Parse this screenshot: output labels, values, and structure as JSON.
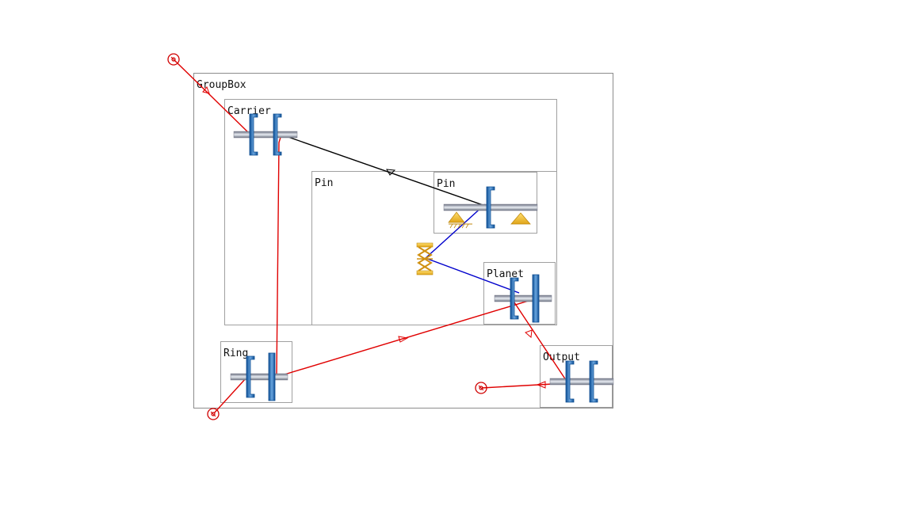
{
  "diagram": {
    "groups": [
      {
        "id": "groupbox",
        "label": "GroupBox"
      },
      {
        "id": "carrier",
        "label": "Carrier"
      },
      {
        "id": "pin_outer",
        "label": "Pin"
      },
      {
        "id": "pin_inner",
        "label": "Pin"
      },
      {
        "id": "planet",
        "label": "Planet"
      },
      {
        "id": "ring",
        "label": "Ring"
      },
      {
        "id": "output",
        "label": "Output"
      }
    ],
    "icons": [
      {
        "name": "speed-source-icon"
      },
      {
        "name": "clutch-icon"
      },
      {
        "name": "spring-damper-icon"
      },
      {
        "name": "bearing-support-icon"
      },
      {
        "name": "torque-sensor-icon"
      }
    ],
    "connection_colors": {
      "mechanical": "#e00000",
      "carrier": "#000000",
      "pin": "#0000cc"
    },
    "accent_colors": {
      "clutch_blue": "#1a64b4",
      "shaft_gray": "#8a8fa0",
      "spring_gold": "#e0a418"
    }
  }
}
